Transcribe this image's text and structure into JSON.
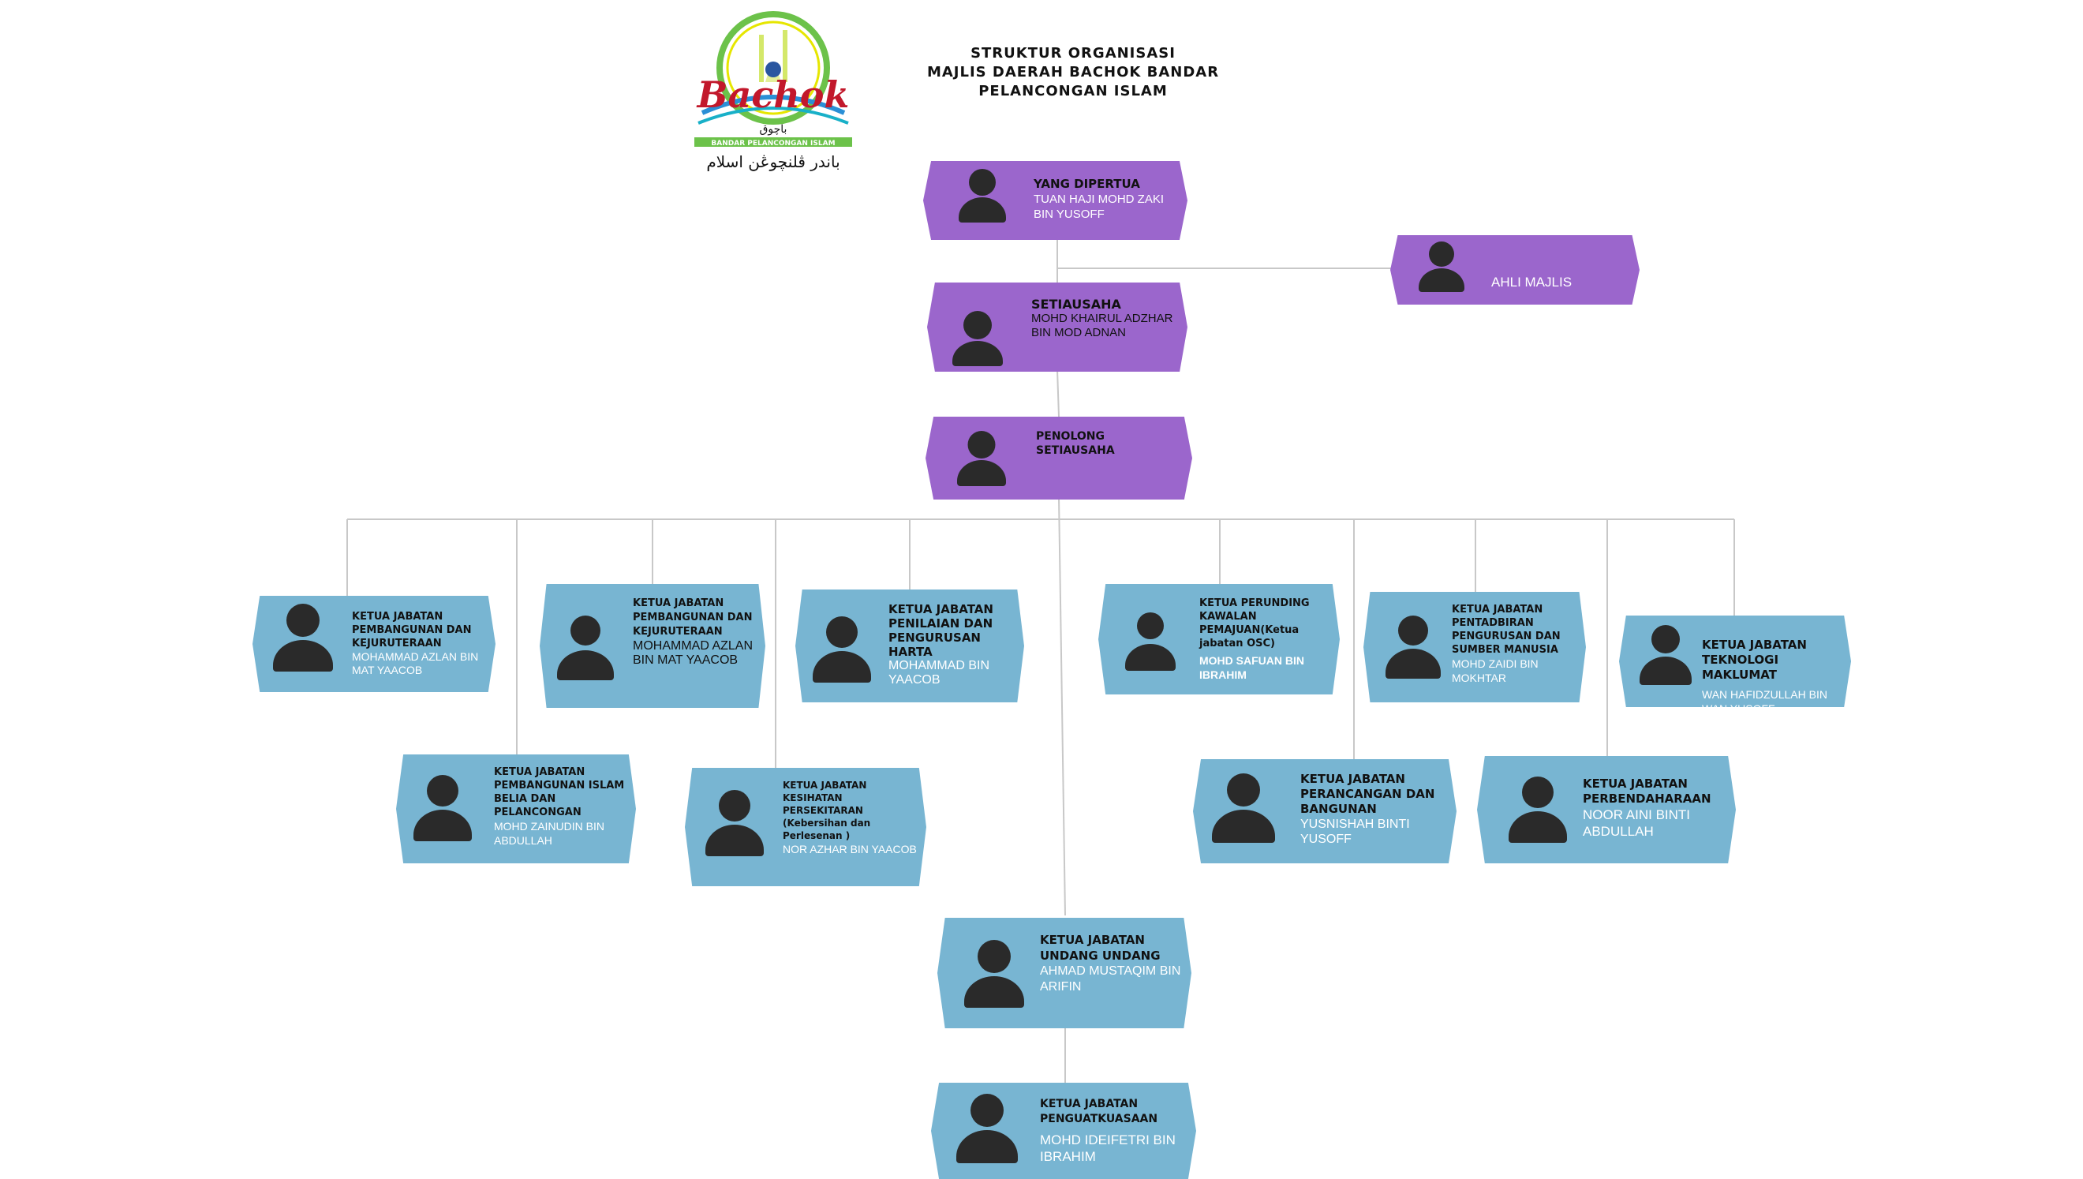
{
  "header": {
    "title_lines": [
      "STRUKTUR ORGANISASI",
      "MAJLIS DAERAH BACHOK BANDAR",
      "PELANCONGAN ISLAM"
    ],
    "logo": {
      "script_text": "Bachok",
      "jawi_top": "باچوق",
      "banner": "BANDAR PELANCONGAN ISLAM",
      "jawi_bottom": "باندر ڤلنچوڠن اسلام"
    }
  },
  "colors": {
    "executive": "#9b66cc",
    "department": "#78b5d2",
    "avatar": "#2a2a2a",
    "connector": "#c8c8c8"
  },
  "nodes": {
    "yang_dipertua": {
      "role": "YANG DIPERTUA",
      "name": "TUAN HAJI MOHD ZAKI BIN YUSOFF"
    },
    "ahli_majlis": {
      "role": "",
      "name": "AHLI MAJLIS"
    },
    "setiausaha": {
      "role": "SETIAUSAHA",
      "name": "MOHD  KHAIRUL ADZHAR BIN MOD ADNAN"
    },
    "penolong_setiausaha": {
      "role": "PENOLONG SETIAUSAHA",
      "name": ""
    },
    "pembangunan_kejuruteraan_1": {
      "role": "KETUA JABATAN PEMBANGUNAN DAN KEJURUTERAAN",
      "name": "MOHAMMAD AZLAN BIN MAT YAACOB"
    },
    "pembangunan_kejuruteraan_2": {
      "role": "KETUA JABATAN PEMBANGUNAN DAN KEJURUTERAAN",
      "name": "MOHAMMAD AZLAN BIN MAT YAACOB"
    },
    "penilaian_harta": {
      "role": "KETUA JABATAN PENILAIAN DAN PENGURUSAN HARTA",
      "name": "MOHAMMAD BIN YAACOB"
    },
    "perunding_pemajuan": {
      "role": "KETUA PERUNDING KAWALAN PEMAJUAN(Ketua jabatan OSC)",
      "name": "MOHD SAFUAN BIN IBRAHIM"
    },
    "pentadbiran": {
      "role": "KETUA JABATAN PENTADBIRAN PENGURUSAN DAN SUMBER MANUSIA",
      "name": "MOHD ZAIDI BIN MOKHTAR"
    },
    "teknologi_maklumat": {
      "role": "KETUA JABATAN TEKNOLOGI MAKLUMAT",
      "name": "WAN HAFIDZULLAH BIN WAN YUSOFF"
    },
    "pembangunan_islam": {
      "role": "KETUA JABATAN PEMBANGUNAN ISLAM BELIA DAN PELANCONGAN",
      "name": "MOHD ZAINUDIN BIN ABDULLAH"
    },
    "kesihatan": {
      "role": "KETUA JABATAN KESIHATAN PERSEKITARAN (Kebersihan dan Perlesenan )",
      "name": "NOR AZHAR BIN YAACOB"
    },
    "perancangan": {
      "role": "KETUA JABATAN PERANCANGAN DAN BANGUNAN",
      "name": "YUSNISHAH BINTI YUSOFF"
    },
    "perbendaharaan": {
      "role": "KETUA JABATAN PERBENDAHARAAN",
      "name": "NOOR AINI BINTI ABDULLAH"
    },
    "undang": {
      "role": "KETUA JABATAN UNDANG UNDANG",
      "name": "AHMAD MUSTAQIM BIN ARIFIN"
    },
    "penguatkuasaan": {
      "role": "KETUA JABATAN PENGUATKUASAAN",
      "name": "MOHD IDEIFETRI BIN IBRAHIM"
    }
  }
}
